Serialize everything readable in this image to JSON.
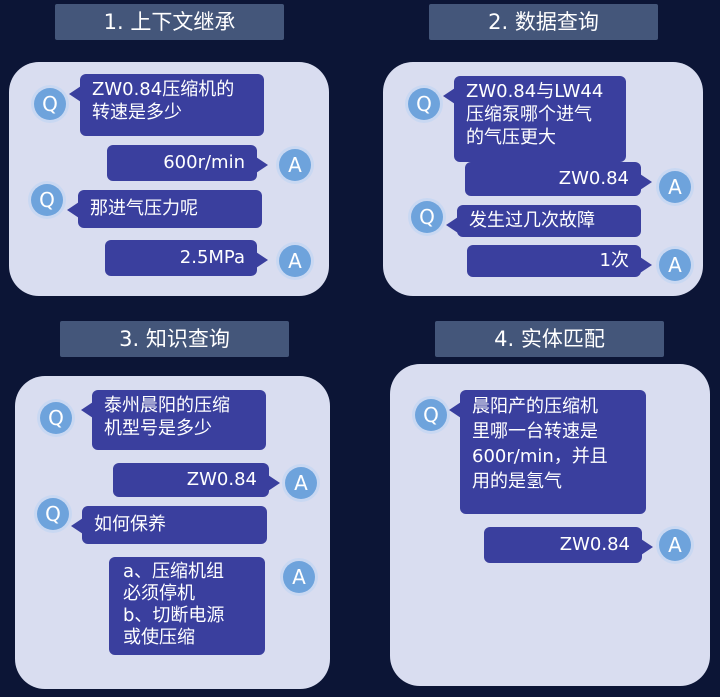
{
  "sections": [
    {
      "title": "1. 上下文继承",
      "messages": [
        {
          "role": "Q",
          "text": "ZW0.84压缩机的\n转速是多少"
        },
        {
          "role": "A",
          "text": "600r/min"
        },
        {
          "role": "Q",
          "text": "那进气压力呢"
        },
        {
          "role": "A",
          "text": "2.5MPa"
        }
      ]
    },
    {
      "title": "2. 数据查询",
      "messages": [
        {
          "role": "Q",
          "text": "ZW0.84与LW44\n压缩泵哪个进气\n的气压更大"
        },
        {
          "role": "A",
          "text": "ZW0.84"
        },
        {
          "role": "Q",
          "text": "发生过几次故障"
        },
        {
          "role": "A",
          "text": "1次"
        }
      ]
    },
    {
      "title": "3. 知识查询",
      "messages": [
        {
          "role": "Q",
          "text": "泰州晨阳的压缩\n机型号是多少"
        },
        {
          "role": "A",
          "text": "ZW0.84"
        },
        {
          "role": "Q",
          "text": "如何保养"
        },
        {
          "role": "A",
          "text": "a、压缩机组\n必须停机\nb、切断电源\n或使压缩"
        }
      ]
    },
    {
      "title": "4. 实体匹配",
      "messages": [
        {
          "role": "Q",
          "text": "晨阳产的压缩机\n里哪一台转速是\n600r/min，并且\n用的是氢气"
        },
        {
          "role": "A",
          "text": "ZW0.84"
        }
      ]
    }
  ],
  "colors": {
    "background": "#0c1536",
    "header": "#44567a",
    "panel": "#d9ddf0",
    "bubble": "#3a3f9e",
    "avatar": "#6ea3dc"
  }
}
